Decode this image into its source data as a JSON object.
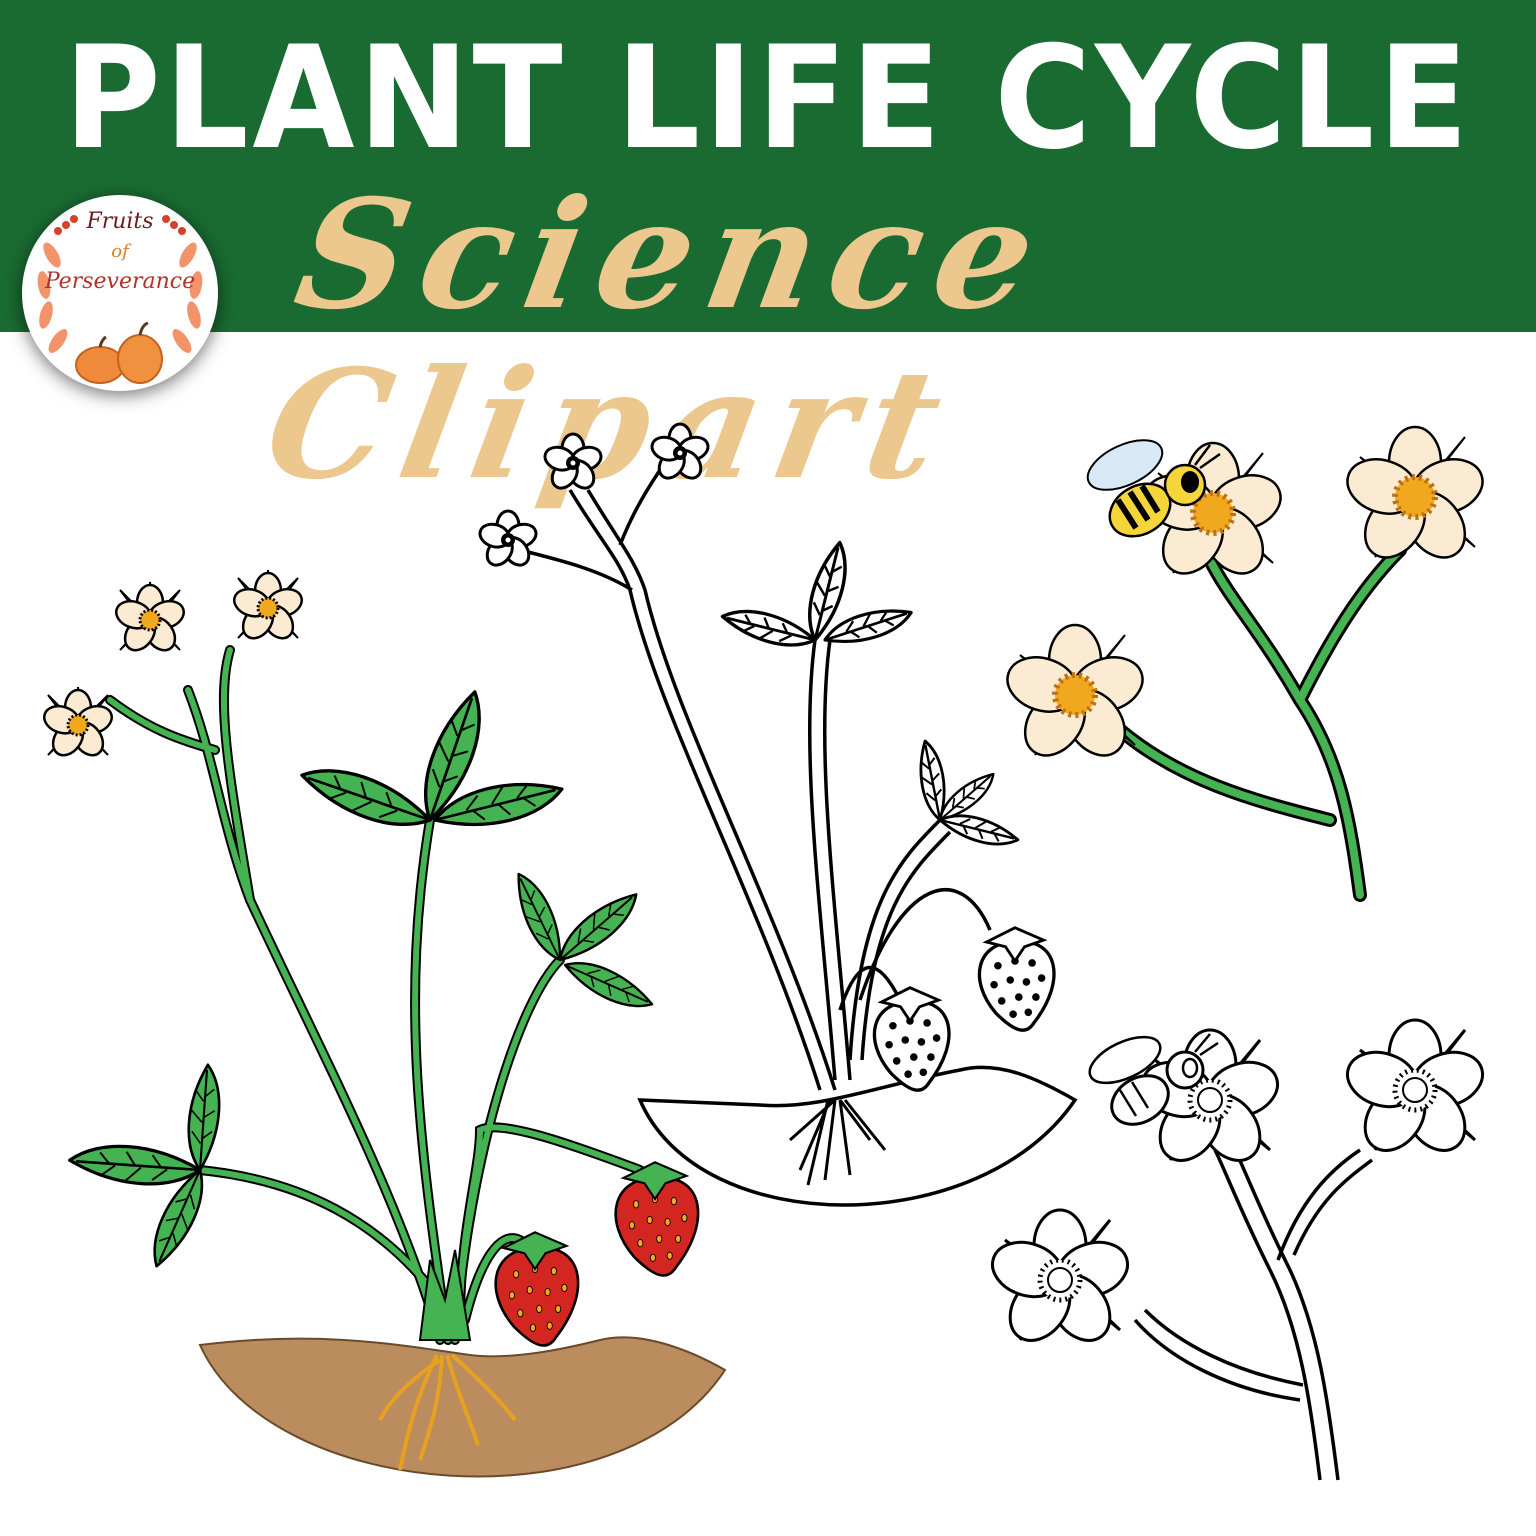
{
  "banner": {
    "title": "PLANT LIFE CYCLE",
    "subtitle": "Science Clipart",
    "background_color": "#1a6b32",
    "title_color": "#ffffff",
    "subtitle_color": "#ecc78e"
  },
  "logo": {
    "line1": "Fruits",
    "line2": "of",
    "line3": "Perseverance"
  },
  "illustrations": [
    {
      "name": "colored-strawberry-plant",
      "style": "color",
      "parts": [
        "flowers",
        "leaves",
        "stems",
        "strawberries",
        "roots",
        "soil"
      ]
    },
    {
      "name": "outline-strawberry-plant",
      "style": "black-and-white",
      "parts": [
        "flowers",
        "leaves",
        "stems",
        "strawberries",
        "roots",
        "soil"
      ]
    },
    {
      "name": "colored-flower-branch-with-bee",
      "style": "color",
      "parts": [
        "bee",
        "three flowers",
        "branch"
      ]
    },
    {
      "name": "outline-flower-branch-with-bee",
      "style": "black-and-white",
      "parts": [
        "bee",
        "three flowers",
        "branch"
      ]
    }
  ],
  "colors": {
    "leaf": "#45b352",
    "petal": "#fcebd3",
    "flower_center": "#f0a81e",
    "strawberry": "#d42620",
    "soil": "#ba8c5e",
    "root": "#e8a020",
    "bee_yellow": "#f5d63a",
    "wing": "#d8e8f7"
  }
}
